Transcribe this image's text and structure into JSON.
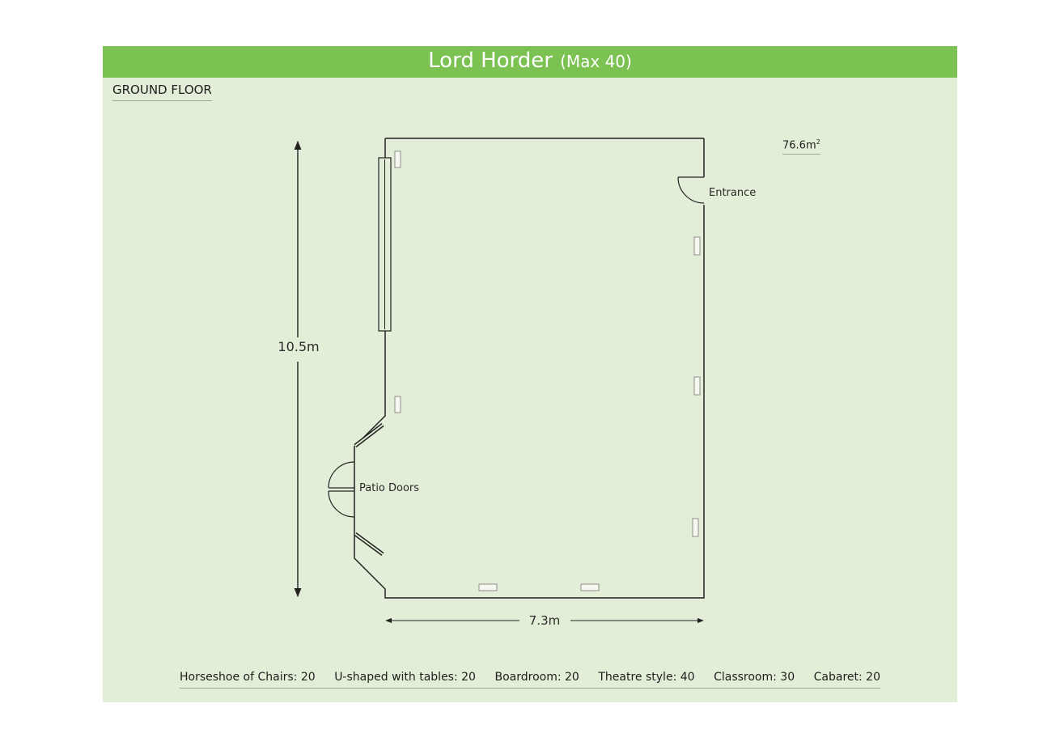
{
  "title": {
    "name": "Lord Horder",
    "max": "(Max 40)"
  },
  "floor": "GROUND FLOOR",
  "area": {
    "value": "76.6m",
    "superscript": "2"
  },
  "dimensions": {
    "height": "10.5m",
    "width": "7.3m"
  },
  "features": {
    "entrance": "Entrance",
    "patio_doors": "Patio Doors"
  },
  "capacities": [
    {
      "text": "Horseshoe of Chairs: 20"
    },
    {
      "text": "U-shaped with tables: 20"
    },
    {
      "text": "Boardroom: 20"
    },
    {
      "text": "Theatre style: 40"
    },
    {
      "text": "Classroom: 30"
    },
    {
      "text": "Cabaret: 20"
    }
  ],
  "colors": {
    "header": "#7cc252",
    "background": "#e2eed7",
    "lines": "#222222"
  }
}
